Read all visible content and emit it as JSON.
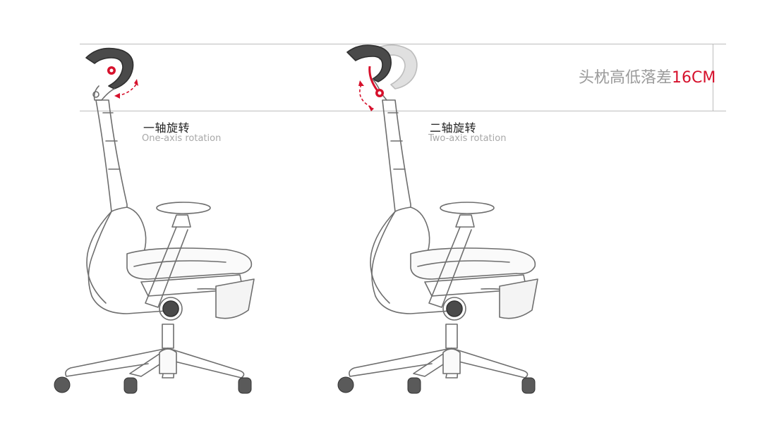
{
  "headrest_height_diff": {
    "label": "头枕高低落差",
    "value": "16CM",
    "accent_color": "#d6112c"
  },
  "panels": [
    {
      "caption_cn": "一轴旋转",
      "caption_en": "One-axis rotation"
    },
    {
      "caption_cn": "二轴旋转",
      "caption_en": "Two-axis rotation"
    }
  ],
  "icons": [
    "chair-illustration",
    "headrest",
    "rotation-arrow-icon",
    "pivot-icon"
  ]
}
